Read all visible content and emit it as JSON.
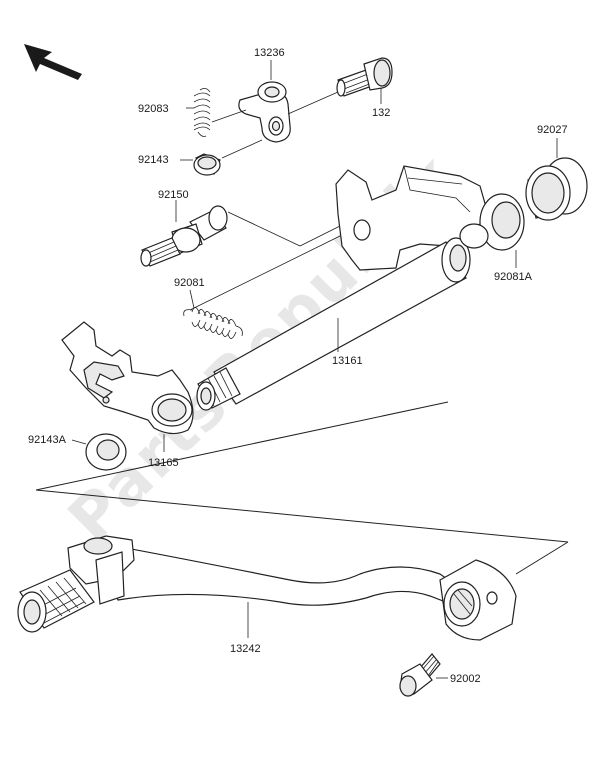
{
  "watermark": "PartsRepublik",
  "labels": {
    "p13236": "13236",
    "p92083": "92083",
    "p132": "132",
    "p92143": "92143",
    "p92027": "92027",
    "p92150": "92150",
    "p92081": "92081",
    "p92081A": "92081A",
    "p13161": "13161",
    "p92143A": "92143A",
    "p13165": "13165",
    "p13242": "13242",
    "p92002": "92002"
  },
  "icons": {
    "orientation_arrow": "arrow-up-left-icon"
  }
}
